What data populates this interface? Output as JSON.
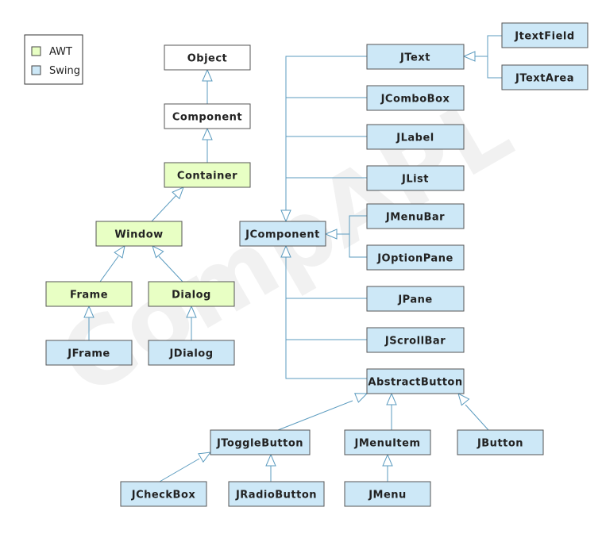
{
  "watermark": "CompAPL",
  "legend": [
    {
      "label": "AWT",
      "color": "#e8ffc4"
    },
    {
      "label": "Swing",
      "color": "#cde8f7"
    }
  ],
  "colors": {
    "plain": "#ffffff",
    "awt": "#e8ffc4",
    "swing": "#cde8f7",
    "edge": "#5b9bbf"
  },
  "nodes": [
    {
      "id": "object",
      "label": "Object",
      "kind": "plain"
    },
    {
      "id": "component",
      "label": "Component",
      "kind": "plain"
    },
    {
      "id": "container",
      "label": "Container",
      "kind": "awt"
    },
    {
      "id": "window",
      "label": "Window",
      "kind": "awt"
    },
    {
      "id": "frame",
      "label": "Frame",
      "kind": "awt"
    },
    {
      "id": "dialog",
      "label": "Dialog",
      "kind": "awt"
    },
    {
      "id": "jframe",
      "label": "JFrame",
      "kind": "swing"
    },
    {
      "id": "jdialog",
      "label": "JDialog",
      "kind": "swing"
    },
    {
      "id": "jcomponent",
      "label": "JComponent",
      "kind": "swing"
    },
    {
      "id": "jtext",
      "label": "JText",
      "kind": "swing"
    },
    {
      "id": "jtextfield",
      "label": "JtextField",
      "kind": "swing"
    },
    {
      "id": "jtextarea",
      "label": "JTextArea",
      "kind": "swing"
    },
    {
      "id": "jcombobox",
      "label": "JComboBox",
      "kind": "swing"
    },
    {
      "id": "jlabel",
      "label": "JLabel",
      "kind": "swing"
    },
    {
      "id": "jlist",
      "label": "JList",
      "kind": "swing"
    },
    {
      "id": "jmenubar",
      "label": "JMenuBar",
      "kind": "swing"
    },
    {
      "id": "joptionpane",
      "label": "JOptionPane",
      "kind": "swing"
    },
    {
      "id": "jpane",
      "label": "JPane",
      "kind": "swing"
    },
    {
      "id": "jscrollbar",
      "label": "JScrollBar",
      "kind": "swing"
    },
    {
      "id": "abstractbutton",
      "label": "AbstractButton",
      "kind": "swing"
    },
    {
      "id": "jtogglebutton",
      "label": "JToggleButton",
      "kind": "swing"
    },
    {
      "id": "jmenuitem",
      "label": "JMenuItem",
      "kind": "swing"
    },
    {
      "id": "jbutton",
      "label": "JButton",
      "kind": "swing"
    },
    {
      "id": "jcheckbox",
      "label": "JCheckBox",
      "kind": "swing"
    },
    {
      "id": "jradiobutton",
      "label": "JRadioButton",
      "kind": "swing"
    },
    {
      "id": "jmenu",
      "label": "JMenu",
      "kind": "swing"
    }
  ],
  "inheritance": [
    {
      "child": "component",
      "parent": "object"
    },
    {
      "child": "container",
      "parent": "component"
    },
    {
      "child": "window",
      "parent": "container"
    },
    {
      "child": "frame",
      "parent": "window"
    },
    {
      "child": "dialog",
      "parent": "window"
    },
    {
      "child": "jframe",
      "parent": "frame"
    },
    {
      "child": "jdialog",
      "parent": "dialog"
    },
    {
      "child": "jtextfield",
      "parent": "jtext"
    },
    {
      "child": "jtextarea",
      "parent": "jtext"
    },
    {
      "child": "jtext",
      "parent": "jcomponent"
    },
    {
      "child": "jcombobox",
      "parent": "jcomponent"
    },
    {
      "child": "jlabel",
      "parent": "jcomponent"
    },
    {
      "child": "jlist",
      "parent": "jcomponent"
    },
    {
      "child": "jmenubar",
      "parent": "jcomponent"
    },
    {
      "child": "joptionpane",
      "parent": "jcomponent"
    },
    {
      "child": "jpane",
      "parent": "jcomponent"
    },
    {
      "child": "jscrollbar",
      "parent": "jcomponent"
    },
    {
      "child": "abstractbutton",
      "parent": "jcomponent"
    },
    {
      "child": "jtogglebutton",
      "parent": "abstractbutton"
    },
    {
      "child": "jmenuitem",
      "parent": "abstractbutton"
    },
    {
      "child": "jbutton",
      "parent": "abstractbutton"
    },
    {
      "child": "jcheckbox",
      "parent": "jtogglebutton"
    },
    {
      "child": "jradiobutton",
      "parent": "jtogglebutton"
    },
    {
      "child": "jmenu",
      "parent": "jmenuitem"
    }
  ]
}
